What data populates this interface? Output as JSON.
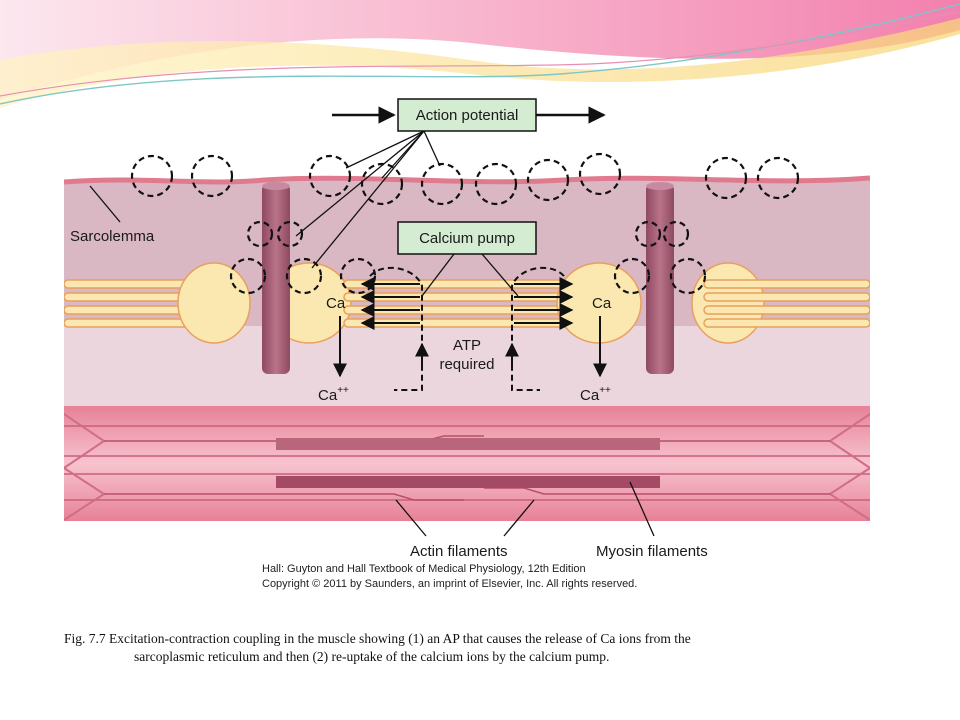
{
  "slide": {
    "figure": {
      "labels": {
        "action_potential": "Action potential",
        "sarcolemma": "Sarcolemma",
        "calcium_pump": "Calcium pump",
        "ca_left": "Ca",
        "ca_right": "Ca",
        "atp_line1": "ATP",
        "atp_line2": "required",
        "ca_ion_left": "Ca",
        "ca_ion_right": "Ca",
        "ion_charge": "++",
        "actin_filaments": "Actin filaments",
        "myosin_filaments": "Myosin filaments"
      },
      "credit": {
        "line1": "Hall: Guyton and Hall Textbook of Medical Physiology, 12th Edition",
        "line2": "Copyright © 2011 by Saunders, an imprint of Elsevier, Inc. All rights reserved."
      }
    },
    "caption": {
      "line1": "Fig. 7.7  Excitation-contraction coupling in the muscle showing (1) an AP that causes the release of Ca ions from the",
      "line2": "sarcoplasmic reticulum and then (2) re-uptake of the calcium ions by the calcium pump."
    },
    "colors": {
      "sarcoplasm": "#d9b7c3",
      "membrane": "#e07a8e",
      "t_tubule": "#a55c74",
      "sr": "#fbe8b0",
      "myofibril": "#ea8fa1",
      "myosin": "#a34a66"
    }
  }
}
